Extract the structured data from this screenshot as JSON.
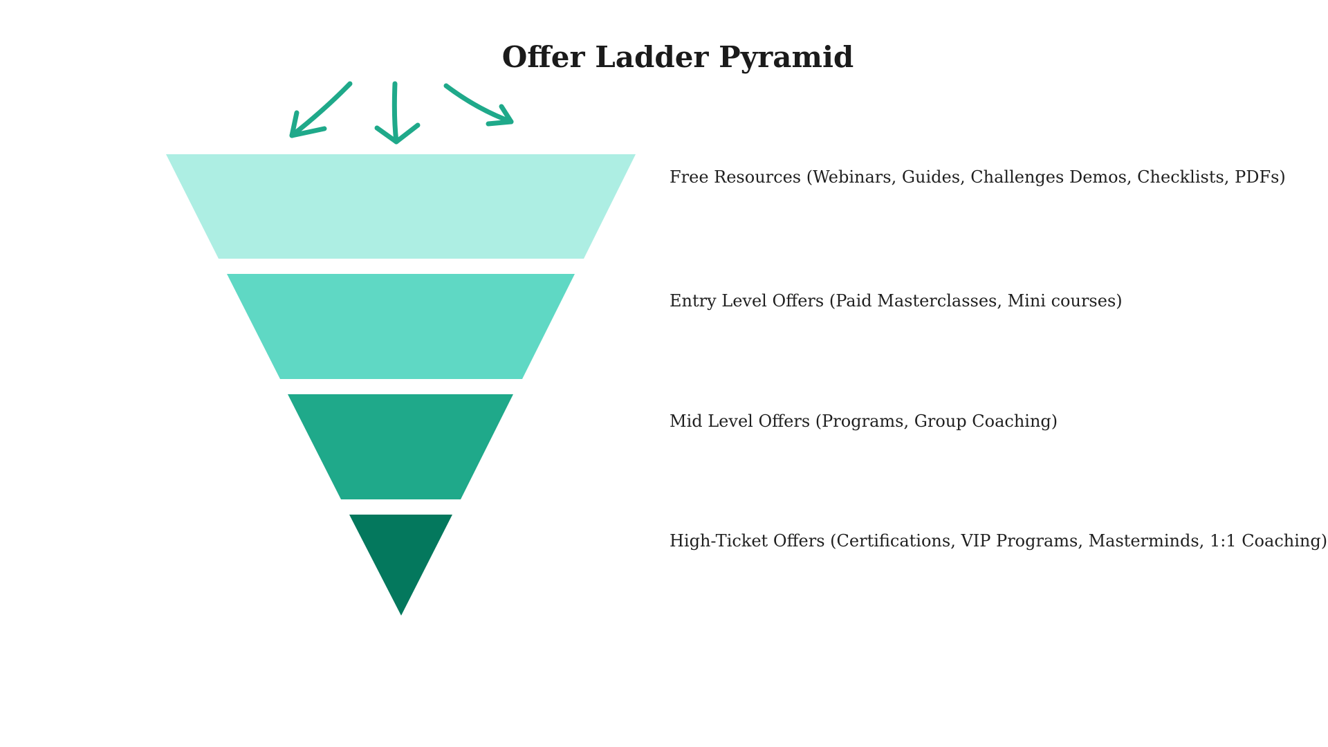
{
  "title": "Offer Ladder Pyramid",
  "tiers": [
    {
      "label": "Free Resources (Webinars, Guides, Challenges Demos, Checklists, PDFs)",
      "color": "#adeee3"
    },
    {
      "label": "Entry Level Offers (Paid Masterclasses, Mini courses)",
      "color": "#5fd8c4"
    },
    {
      "label": "Mid Level Offers (Programs, Group Coaching)",
      "color": "#1fa98a"
    },
    {
      "label": "High-Ticket Offers (Certifications, VIP Programs, Masterminds, 1:1 Coaching)",
      "color": "#04785d"
    }
  ],
  "arrows": [
    {
      "icon": "arrow-down-left-icon"
    },
    {
      "icon": "arrow-down-icon"
    },
    {
      "icon": "arrow-down-right-icon"
    }
  ],
  "arrow_color": "#1fa98a"
}
